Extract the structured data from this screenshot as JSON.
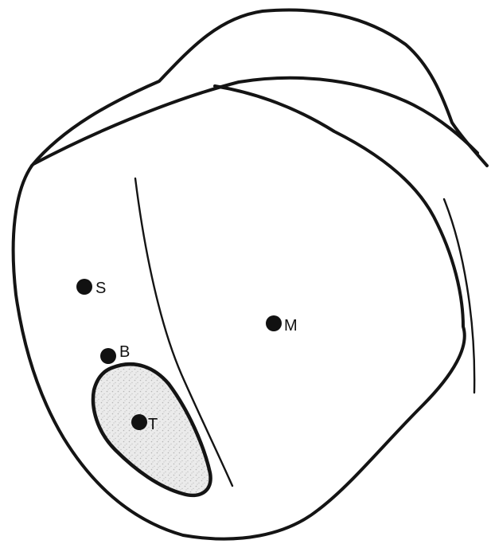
{
  "figure": {
    "points": [
      {
        "id": "S",
        "label": "S"
      },
      {
        "id": "M",
        "label": "M"
      },
      {
        "id": "B",
        "label": "B"
      },
      {
        "id": "T",
        "label": "T"
      }
    ]
  },
  "colors": {
    "stroke": "#141414",
    "stipple_fill": "#e6e6e6",
    "background": "#ffffff"
  }
}
